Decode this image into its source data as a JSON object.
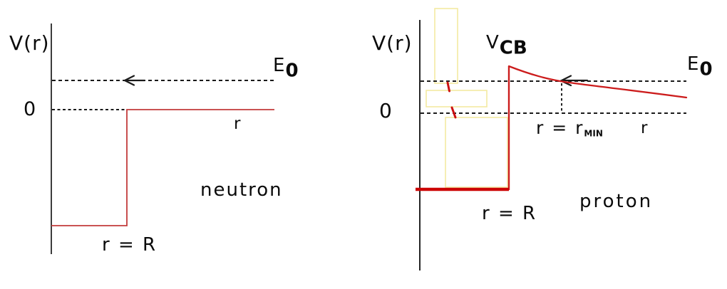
{
  "colors": {
    "axis": "#1a1a1a",
    "dashed": "#1a1a1a",
    "red_step": "#c23b3b",
    "red_curve": "#cc1c1c",
    "red_thick": "#cc0404",
    "red_tick": "#cc1111",
    "highlight": "#f3e9a2",
    "text": "#0a0a0a"
  },
  "left_panel": {
    "axis_label": "V(r)",
    "energy": {
      "base": "E",
      "sub": "0"
    },
    "zero": "0",
    "x_label": "r",
    "particle": "neutron",
    "radius": "r = R"
  },
  "right_panel": {
    "axis_label": "V(r)",
    "barrier": {
      "base": "V",
      "sub": "CB"
    },
    "energy": {
      "base": "E",
      "sub": "0"
    },
    "zero": "0",
    "rmin": {
      "pre": "r = r",
      "sub": "MIN"
    },
    "x_label": "r",
    "particle": "proton",
    "radius": "r = R"
  }
}
